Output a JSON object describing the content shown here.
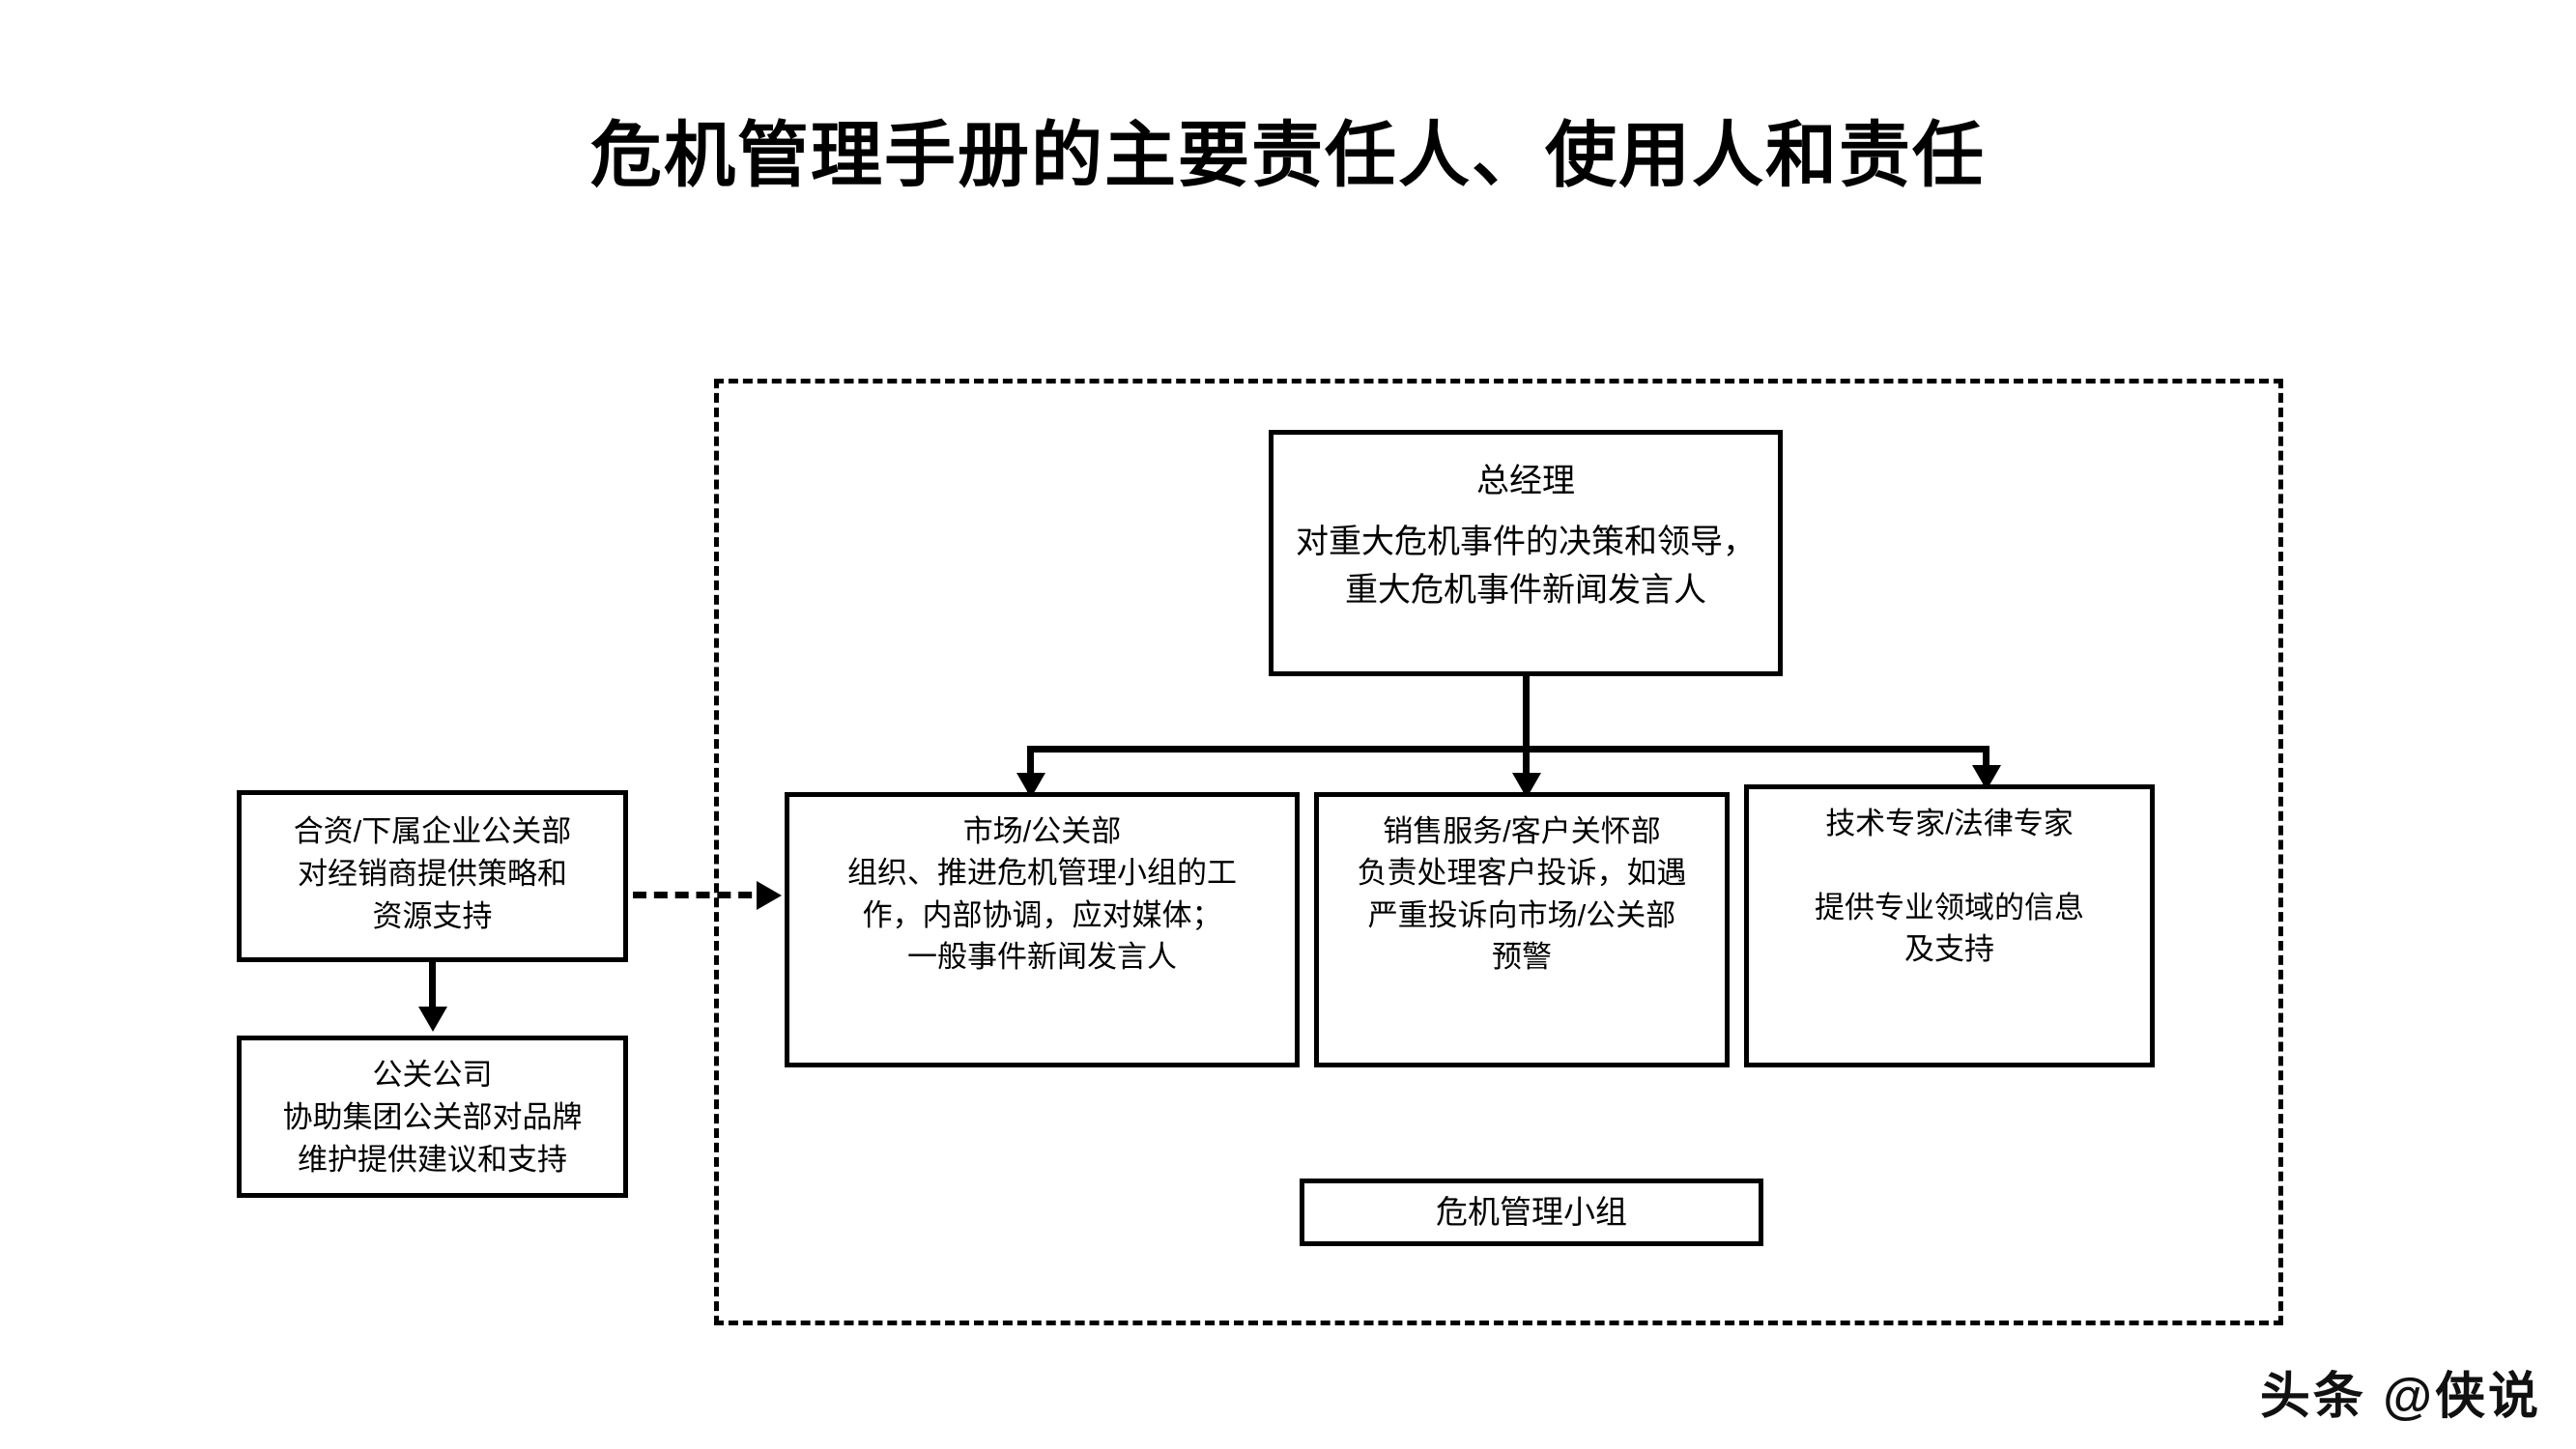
{
  "title": "危机管理手册的主要责任人、使用人和责任",
  "watermark": "头条 @侠说",
  "colors": {
    "line": "#000000",
    "background": "#ffffff",
    "text": "#000000"
  },
  "group": {
    "name": "危机管理小组",
    "label_box_text": "危机管理小组",
    "border_style": "dashed"
  },
  "nodes": {
    "general_manager": {
      "heading": "总经理",
      "lines": [
        "对重大危机事件的决策和领导，",
        "重大危机事件新闻发言人"
      ]
    },
    "joint_venture_pr": {
      "heading": "合资/下属企业公关部",
      "lines": [
        "对经销商提供策略和",
        "资源支持"
      ]
    },
    "pr_agency": {
      "heading": "公关公司",
      "lines": [
        "协助集团公关部对品牌",
        "维护提供建议和支持"
      ]
    },
    "marketing_pr": {
      "heading": "市场/公关部",
      "lines": [
        "组织、推进危机管理小组的工",
        "作，内部协调，应对媒体；",
        "一般事件新闻发言人"
      ]
    },
    "sales_service": {
      "heading": "销售服务/客户关怀部",
      "lines": [
        "负责处理客户投诉，如遇",
        "严重投诉向市场/公关部",
        "预警"
      ]
    },
    "experts": {
      "heading": "技术专家/法律专家",
      "lines": [
        "",
        "提供专业领域的信息",
        "及支持"
      ]
    }
  },
  "connectors": [
    {
      "from": "general_manager",
      "to": "marketing_pr",
      "style": "solid",
      "arrow": "down"
    },
    {
      "from": "general_manager",
      "to": "sales_service",
      "style": "solid",
      "arrow": "down"
    },
    {
      "from": "general_manager",
      "to": "experts",
      "style": "solid",
      "arrow": "down"
    },
    {
      "from": "joint_venture_pr",
      "to": "pr_agency",
      "style": "solid",
      "arrow": "down"
    },
    {
      "from": "joint_venture_pr",
      "to": "marketing_pr",
      "style": "dashed",
      "arrow": "right"
    }
  ]
}
